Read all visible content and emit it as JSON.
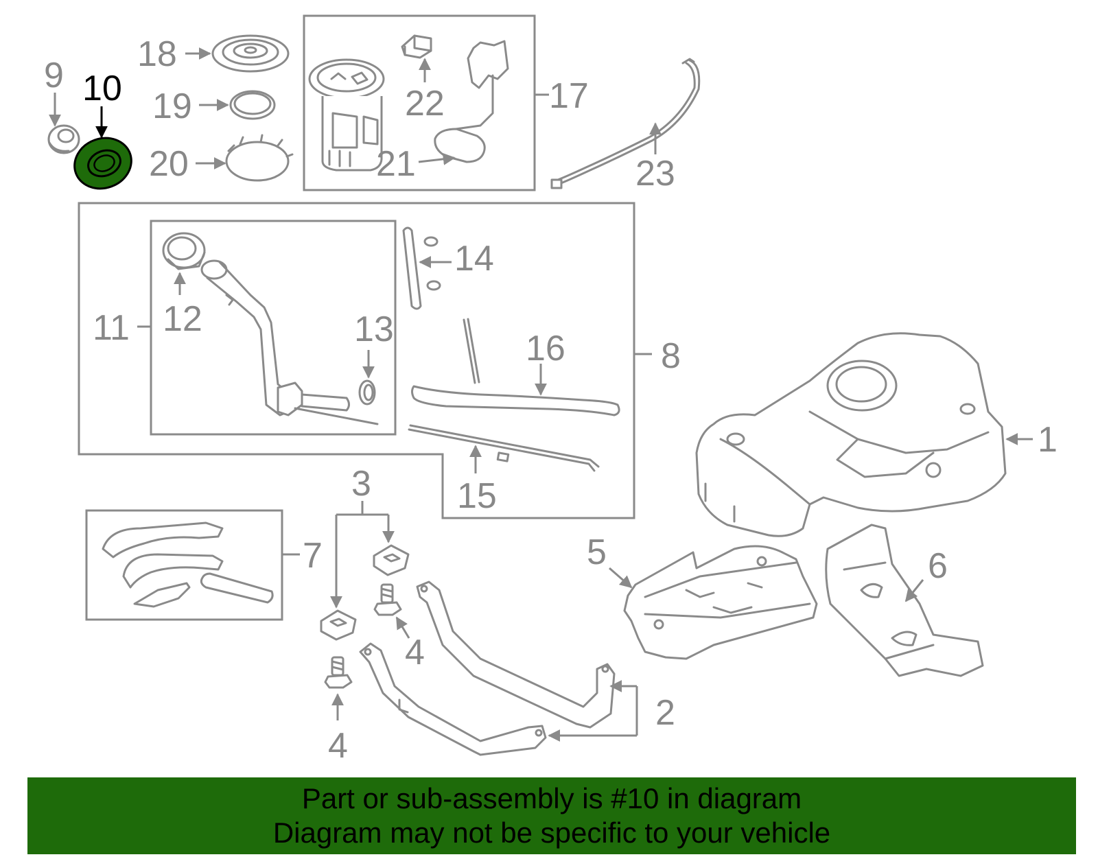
{
  "diagram": {
    "highlight_color": "#1e6b0a",
    "line_color": "#8a8a8a",
    "highlighted_part": "10",
    "callouts": {
      "c1": "1",
      "c2": "2",
      "c3": "3",
      "c4a": "4",
      "c4b": "4",
      "c5": "5",
      "c6": "6",
      "c7": "7",
      "c8": "8",
      "c9": "9",
      "c10": "10",
      "c11": "11",
      "c12": "12",
      "c13": "13",
      "c14": "14",
      "c15": "15",
      "c16": "16",
      "c17": "17",
      "c18": "18",
      "c19": "19",
      "c20": "20",
      "c21": "21",
      "c22": "22",
      "c23": "23"
    }
  },
  "banner": {
    "line1": "Part or sub-assembly is #10 in diagram",
    "line2": "Diagram may not be specific to your vehicle",
    "background": "#1e6b0a"
  }
}
